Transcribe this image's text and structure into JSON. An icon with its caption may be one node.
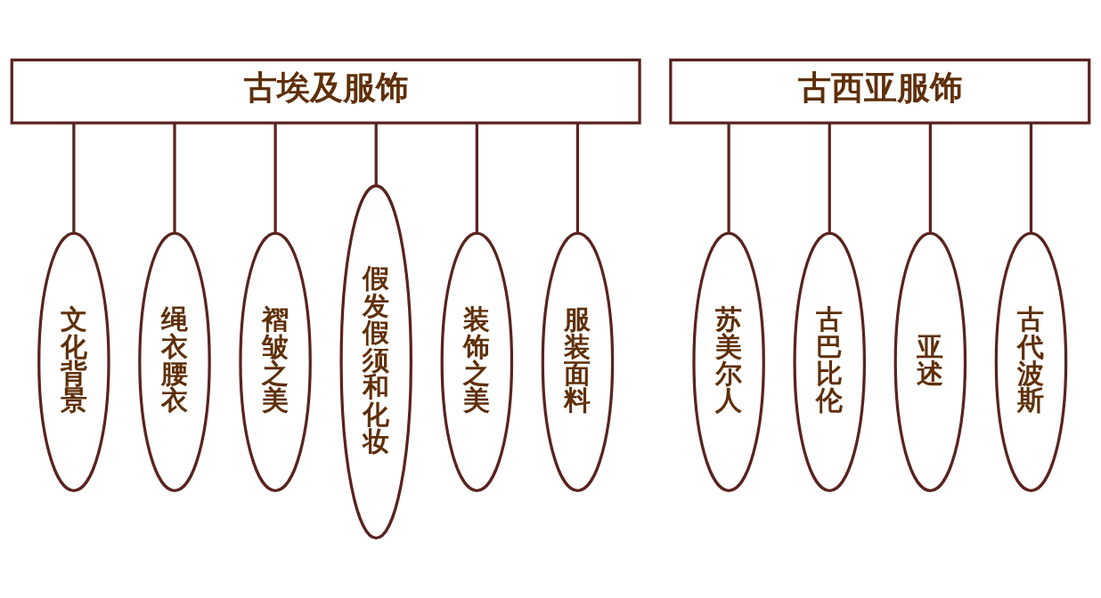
{
  "diagram": {
    "nodes": [
      {
        "text": [
          "古埃及服饰"
        ]
      },
      {
        "text": [
          "文化背景"
        ]
      },
      {
        "text": [
          "绳衣腰衣"
        ]
      },
      {
        "text": [
          "褶皱之美"
        ]
      },
      {
        "text": [
          "假发假须和化妆"
        ]
      },
      {
        "text": [
          "装饰之美"
        ]
      },
      {
        "text": [
          "服装面料"
        ]
      },
      {
        "text": [
          "古西亚服饰"
        ]
      },
      {
        "text": [
          "苏美尔人"
        ]
      },
      {
        "text": [
          "古巴比伦"
        ]
      },
      {
        "text": [
          "亚述"
        ]
      },
      {
        "text": [
          "古代波斯"
        ]
      }
    ],
    "edges": [
      {
        "from": 0,
        "to": 1,
        "arrow": "none"
      },
      {
        "from": 0,
        "to": 2,
        "arrow": "none"
      },
      {
        "from": 0,
        "to": 3,
        "arrow": "none"
      },
      {
        "from": 0,
        "to": 4,
        "arrow": "none"
      },
      {
        "from": 0,
        "to": 5,
        "arrow": "none"
      },
      {
        "from": 0,
        "to": 6,
        "arrow": "none"
      },
      {
        "from": 7,
        "to": 8,
        "arrow": "none"
      },
      {
        "from": 7,
        "to": 9,
        "arrow": "none"
      },
      {
        "from": 7,
        "to": 10,
        "arrow": "none"
      },
      {
        "from": 7,
        "to": 11,
        "arrow": "none"
      }
    ]
  }
}
